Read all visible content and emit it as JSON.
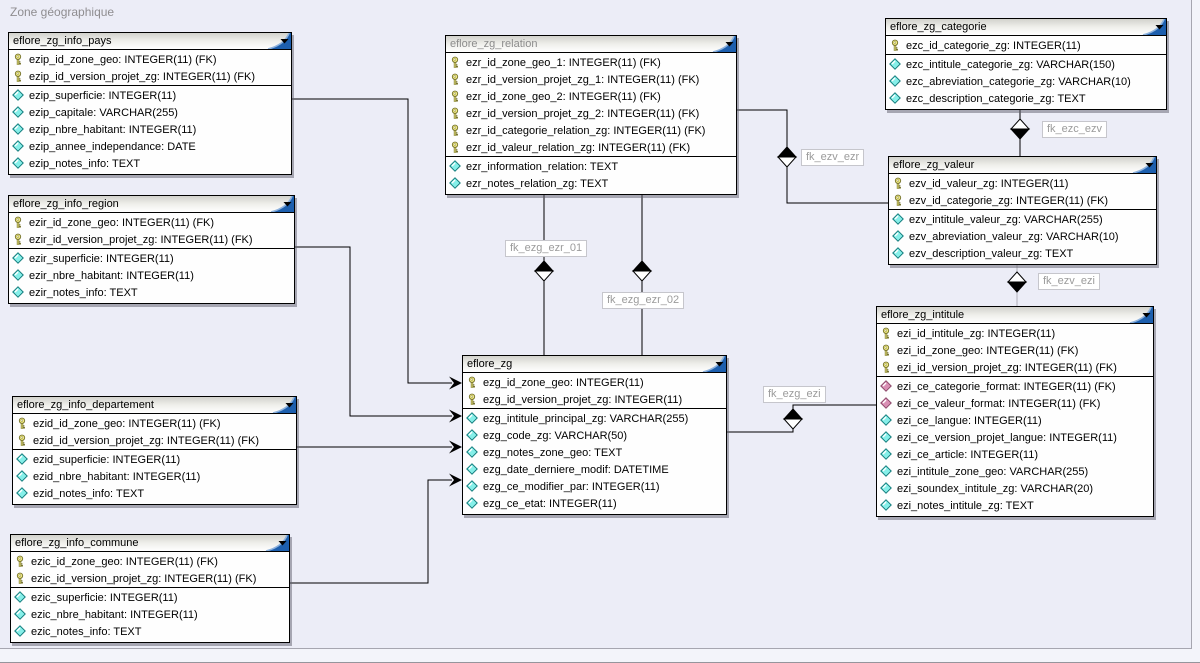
{
  "diagram": {
    "region_label": "Zone géographique",
    "colors": {
      "background": "#ecedf7",
      "header_corner_blue": "#1d5fae",
      "header_corner_highlight": "#8fb3dd",
      "key_icon_fill": "#efe982",
      "key_icon_stroke": "#77742e",
      "attr_icon_fill": "#86efe9",
      "attr_icon_stroke": "#157d7d",
      "fk_attr_icon_fill": "#d98fb4",
      "fk_attr_icon_stroke": "#8d4a6b",
      "connector": "#000000",
      "connector_muted": "#b0b0b8",
      "fk_label_text": "#9b9b9b"
    }
  },
  "tables": [
    {
      "name": "eflore_zg_info_pays",
      "keys": [
        "ezip_id_zone_geo: INTEGER(11) (FK)",
        "ezip_id_version_projet_zg: INTEGER(11) (FK)"
      ],
      "attrs": [
        {
          "text": "ezip_superficie: INTEGER(11)",
          "fk": false
        },
        {
          "text": "ezip_capitale: VARCHAR(255)",
          "fk": false
        },
        {
          "text": "ezip_nbre_habitant: INTEGER(11)",
          "fk": false
        },
        {
          "text": "ezip_annee_independance: DATE",
          "fk": false
        },
        {
          "text": "ezip_notes_info: TEXT",
          "fk": false
        }
      ]
    },
    {
      "name": "eflore_zg_info_region",
      "keys": [
        "ezir_id_zone_geo: INTEGER(11) (FK)",
        "ezir_id_version_projet_zg: INTEGER(11) (FK)"
      ],
      "attrs": [
        {
          "text": "ezir_superficie: INTEGER(11)",
          "fk": false
        },
        {
          "text": "ezir_nbre_habitant: INTEGER(11)",
          "fk": false
        },
        {
          "text": "ezir_notes_info: TEXT",
          "fk": false
        }
      ]
    },
    {
      "name": "eflore_zg_info_departement",
      "keys": [
        "ezid_id_zone_geo: INTEGER(11) (FK)",
        "ezid_id_version_projet_zg: INTEGER(11) (FK)"
      ],
      "attrs": [
        {
          "text": "ezid_superficie: INTEGER(11)",
          "fk": false
        },
        {
          "text": "ezid_nbre_habitant: INTEGER(11)",
          "fk": false
        },
        {
          "text": "ezid_notes_info: TEXT",
          "fk": false
        }
      ]
    },
    {
      "name": "eflore_zg_info_commune",
      "keys": [
        "ezic_id_zone_geo: INTEGER(11) (FK)",
        "ezic_id_version_projet_zg: INTEGER(11) (FK)"
      ],
      "attrs": [
        {
          "text": "ezic_superficie: INTEGER(11)",
          "fk": false
        },
        {
          "text": "ezic_nbre_habitant: INTEGER(11)",
          "fk": false
        },
        {
          "text": "ezic_notes_info: TEXT",
          "fk": false
        }
      ]
    },
    {
      "name": "eflore_zg_relation",
      "muted_title": true,
      "keys": [
        "ezr_id_zone_geo_1: INTEGER(11) (FK)",
        "ezr_id_version_projet_zg_1: INTEGER(11) (FK)",
        "ezr_id_zone_geo_2: INTEGER(11) (FK)",
        "ezr_id_version_projet_zg_2: INTEGER(11) (FK)",
        "ezr_id_categorie_relation_zg: INTEGER(11) (FK)",
        "ezr_id_valeur_relation_zg: INTEGER(11) (FK)"
      ],
      "attrs": [
        {
          "text": "ezr_information_relation: TEXT",
          "fk": false
        },
        {
          "text": "ezr_notes_relation_zg: TEXT",
          "fk": false
        }
      ]
    },
    {
      "name": "eflore_zg_categorie",
      "keys": [
        "ezc_id_categorie_zg: INTEGER(11)"
      ],
      "attrs": [
        {
          "text": "ezc_intitule_categorie_zg: VARCHAR(150)",
          "fk": false
        },
        {
          "text": "ezc_abreviation_categorie_zg: VARCHAR(10)",
          "fk": false
        },
        {
          "text": "ezc_description_categorie_zg: TEXT",
          "fk": false
        }
      ]
    },
    {
      "name": "eflore_zg_valeur",
      "keys": [
        "ezv_id_valeur_zg: INTEGER(11)",
        "ezv_id_categorie_zg: INTEGER(11) (FK)"
      ],
      "attrs": [
        {
          "text": "ezv_intitule_valeur_zg: VARCHAR(255)",
          "fk": false
        },
        {
          "text": "ezv_abreviation_valeur_zg: VARCHAR(10)",
          "fk": false
        },
        {
          "text": "ezv_description_valeur_zg: TEXT",
          "fk": false
        }
      ]
    },
    {
      "name": "eflore_zg_intitule",
      "keys": [
        "ezi_id_intitule_zg: INTEGER(11)",
        "ezi_id_zone_geo: INTEGER(11) (FK)",
        "ezi_id_version_projet_zg: INTEGER(11) (FK)"
      ],
      "attrs": [
        {
          "text": "ezi_ce_categorie_format: INTEGER(11) (FK)",
          "fk": true
        },
        {
          "text": "ezi_ce_valeur_format: INTEGER(11) (FK)",
          "fk": true
        },
        {
          "text": "ezi_ce_langue: INTEGER(11)",
          "fk": false
        },
        {
          "text": "ezi_ce_version_projet_langue: INTEGER(11)",
          "fk": false
        },
        {
          "text": "ezi_ce_article: INTEGER(11)",
          "fk": false
        },
        {
          "text": "ezi_intitule_zone_geo: VARCHAR(255)",
          "fk": false
        },
        {
          "text": "ezi_soundex_intitule_zg: VARCHAR(20)",
          "fk": false
        },
        {
          "text": "ezi_notes_intitule_zg: TEXT",
          "fk": false
        }
      ]
    },
    {
      "name": "eflore_zg",
      "keys": [
        "ezg_id_zone_geo: INTEGER(11)",
        "ezg_id_version_projet_zg: INTEGER(11)"
      ],
      "attrs": [
        {
          "text": "ezg_intitule_principal_zg: VARCHAR(255)",
          "fk": false
        },
        {
          "text": "ezg_code_zg: VARCHAR(50)",
          "fk": false
        },
        {
          "text": "ezg_notes_zone_geo: TEXT",
          "fk": false
        },
        {
          "text": "ezg_date_derniere_modif: DATETIME",
          "fk": false
        },
        {
          "text": "ezg_ce_modifier_par: INTEGER(11)",
          "fk": false
        },
        {
          "text": "ezg_ce_etat: INTEGER(11)",
          "fk": false
        }
      ]
    }
  ],
  "relationships": [
    {
      "from": "eflore_zg_info_pays",
      "to": "eflore_zg",
      "label": ""
    },
    {
      "from": "eflore_zg_info_region",
      "to": "eflore_zg",
      "label": ""
    },
    {
      "from": "eflore_zg_info_departement",
      "to": "eflore_zg",
      "label": ""
    },
    {
      "from": "eflore_zg_info_commune",
      "to": "eflore_zg",
      "label": ""
    },
    {
      "from": "eflore_zg_relation",
      "to": "eflore_zg",
      "label": "fk_ezg_ezr_01"
    },
    {
      "from": "eflore_zg_relation",
      "to": "eflore_zg",
      "label": "fk_ezg_ezr_02"
    },
    {
      "from": "eflore_zg_relation",
      "to": "eflore_zg_valeur",
      "label": "fk_ezv_ezr"
    },
    {
      "from": "eflore_zg_categorie",
      "to": "eflore_zg_valeur",
      "label": "fk_ezc_ezv"
    },
    {
      "from": "eflore_zg_valeur",
      "to": "eflore_zg_intitule",
      "label": "fk_ezv_ezi"
    },
    {
      "from": "eflore_zg",
      "to": "eflore_zg_intitule",
      "label": "fk_ezg_ezi"
    }
  ]
}
